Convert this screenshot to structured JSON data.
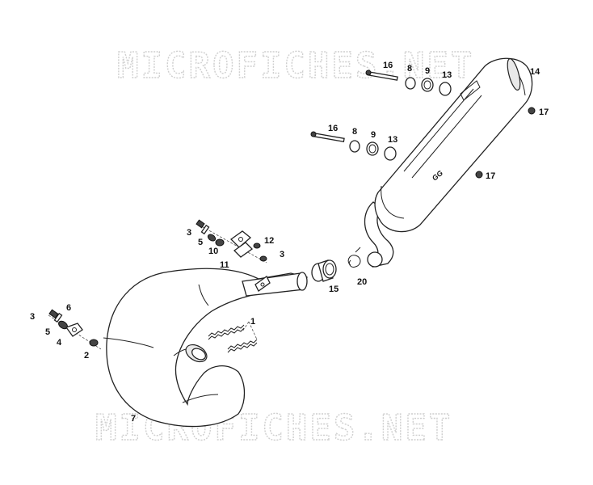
{
  "watermark": {
    "text": "MICROFICHES.NET"
  },
  "callouts": {
    "c1": "1",
    "c2": "2",
    "c3a": "3",
    "c3b": "3",
    "c3c": "3",
    "c4": "4",
    "c5a": "5",
    "c5b": "5",
    "c6": "6",
    "c7": "7",
    "c8a": "8",
    "c8b": "8",
    "c9a": "9",
    "c9b": "9",
    "c10": "10",
    "c11": "11",
    "c12": "12",
    "c13a": "13",
    "c13b": "13",
    "c14": "14",
    "c15": "15",
    "c16a": "16",
    "c16b": "16",
    "c17a": "17",
    "c17b": "17",
    "c20": "20"
  },
  "muffler": {
    "logo": "GG"
  }
}
